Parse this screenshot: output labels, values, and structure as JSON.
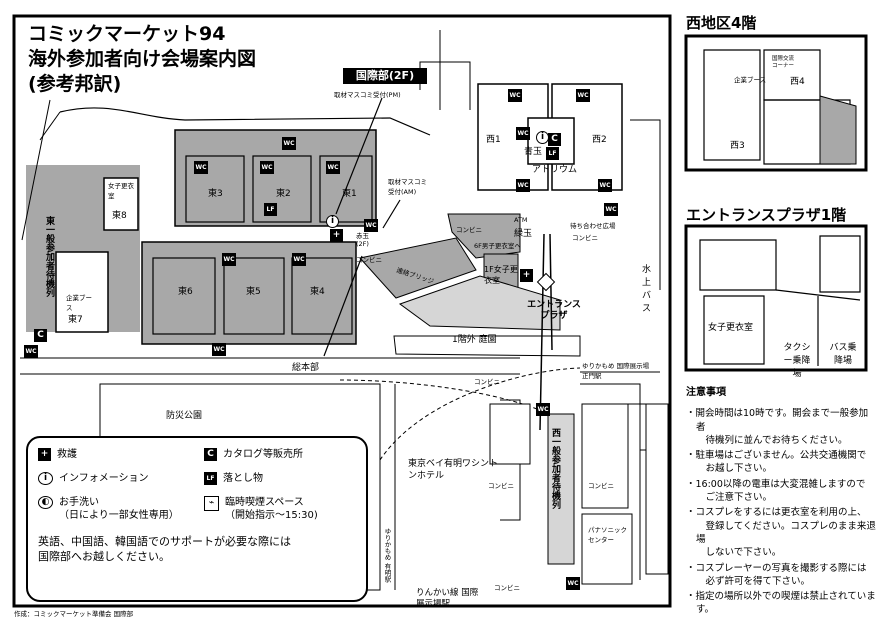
{
  "title": {
    "line1": "コミックマーケット94",
    "line2": "海外参加者向け会場案内図",
    "line3": "(参考邦訳)"
  },
  "main_map": {
    "international_desk": "国際部(2F)",
    "press_pm": "取材マスコミ受付(PM)",
    "press_am": "取材マスコミ受付(AM)",
    "east1": "東1",
    "east2": "東2",
    "east3": "東3",
    "east4": "東4",
    "east5": "東5",
    "east6": "東6",
    "east7": "東7",
    "east8": "東8",
    "east_line": "東一般参加者待機列",
    "womens_room_e8": "女子更衣室",
    "corporate_booth": "企業ブース",
    "akadama": "赤玉(2F)",
    "convenience": "コンビニ",
    "renraku_bridge": "連絡ブリッジ",
    "sohonbu": "総本部",
    "west1": "西1",
    "west2": "西2",
    "aodama": "青玉",
    "atrium": "アトリウム",
    "atm": "ATM",
    "ryokudama": "緑玉",
    "mens_room_6f": "6F男子更衣室へ",
    "womens_room_1f": "1F女子更衣室",
    "meeting_plaza": "待ち合わせ広場",
    "entrance_plaza": "エントランスプラザ",
    "suijo_bus": "水上バス",
    "courtyard": "1階外 庭園",
    "yurikamome_top": "ゆりかもめ 国際展示場正門駅",
    "bousai_park": "防災公園",
    "west_line": "西一般参加者待機列",
    "hotel": "東京ベイ有明ワシントンホテル",
    "yurikamome_bottom": "ゆりかもめ 有明駅",
    "panasonic": "パナソニックセンター",
    "rinkai": "りんかい線 国際展示場駅",
    "wc": "WC"
  },
  "inset_west4": {
    "label": "西地区4階",
    "kokusai": "国際交流コーナー",
    "corporate_booth": "企業ブース",
    "west4": "西4",
    "west3": "西3"
  },
  "inset_entrance": {
    "label": "エントランスプラザ1階",
    "womens_room": "女子更衣室",
    "taxi": "タクシー乗降場",
    "bus": "バス乗降場"
  },
  "notes": {
    "heading": "注意事項",
    "items": [
      "・開会時間は10時です。開会まで一般参加者\n　待機列に並んでお待ちください。",
      "・駐車場はございません。公共交通機関で\n　お越し下さい。",
      "・16:00以降の電車は大変混雑しますので\n　ご注意下さい。",
      "・コスプレをするには更衣室を利用の上、\n　登録してください。コスプレのまま来退場\n　しないで下さい。",
      "・コスプレーヤーの写真を撮影する際には\n　必ず許可を得て下さい。",
      "・指定の場所以外での喫煙は禁止されています。"
    ]
  },
  "legend": {
    "first_aid": "救護",
    "catalog": "カタログ等販売所",
    "info": "インフォメーション",
    "lost_found": "落とし物",
    "toilet": "お手洗い\n（日により一部女性専用）",
    "smoking": "臨時喫煙スペース\n（開始指示～15:30)",
    "note": "英語、中国語、韓国語でのサポートが必要な際には\n国際部へお越しください。"
  },
  "credit": "作成：コミックマーケット準備会 国際部",
  "colors": {
    "hall": "#a8a8a8",
    "plaza": "#cfcfcf",
    "ink": "#000000"
  }
}
